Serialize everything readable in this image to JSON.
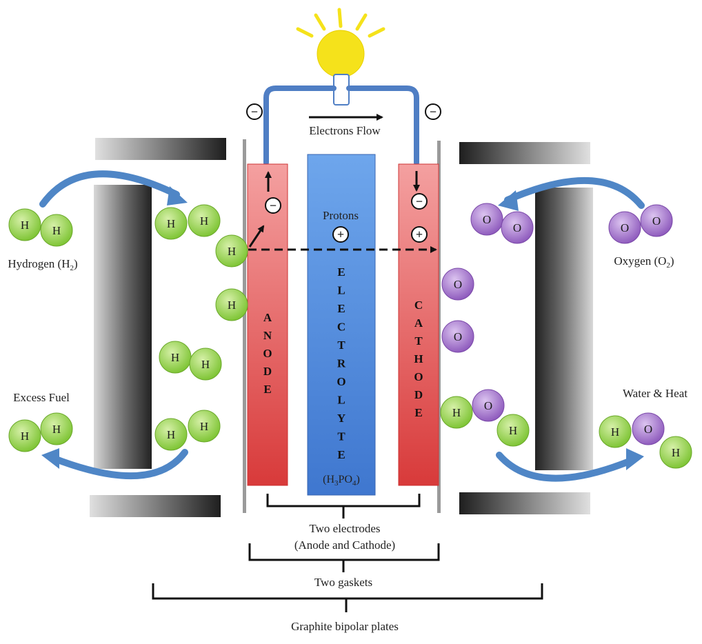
{
  "labels": {
    "electrons_flow": "Electrons Flow",
    "protons": "Protons",
    "hydrogen": "Hydrogen (H",
    "hydrogen_sub": "2",
    "hydrogen_close": ")",
    "oxygen": "Oxygen (O",
    "oxygen_sub": "2",
    "oxygen_close": ")",
    "excess_fuel": "Excess Fuel",
    "water_heat": "Water & Heat",
    "anode": "ANODE",
    "cathode": "CATHODE",
    "electrolyte": "ELECTROLYTE",
    "electrolyte_formula_open": "(H",
    "electrolyte_formula_sub1": "3",
    "electrolyte_formula_mid": "PO",
    "electrolyte_formula_sub2": "4",
    "electrolyte_formula_close": ")",
    "two_electrodes": "Two electrodes",
    "anode_and_cathode": "(Anode and Cathode)",
    "two_gaskets": "Two gaskets",
    "graphite_plates": "Graphite bipolar plates"
  },
  "atoms": {
    "hydrogen": "H",
    "oxygen": "O"
  },
  "signs": {
    "minus": "−",
    "plus": "+"
  },
  "colors": {
    "anode_fill": "#e24a4a",
    "cathode_fill": "#e24a4a",
    "electrolyte_fill": "#4a86d8",
    "wire": "#4f7ec4",
    "bulb": "#f5e21b",
    "hydrogen_atom": "#8fd04a",
    "oxygen_atom": "#9a66c4",
    "plate_dark": "#2c2c2c",
    "arrow_blue": "#4f86c6"
  },
  "icons": [
    "light-bulb-icon",
    "electron-minus-icon",
    "proton-plus-icon",
    "curved-arrow-icon"
  ]
}
